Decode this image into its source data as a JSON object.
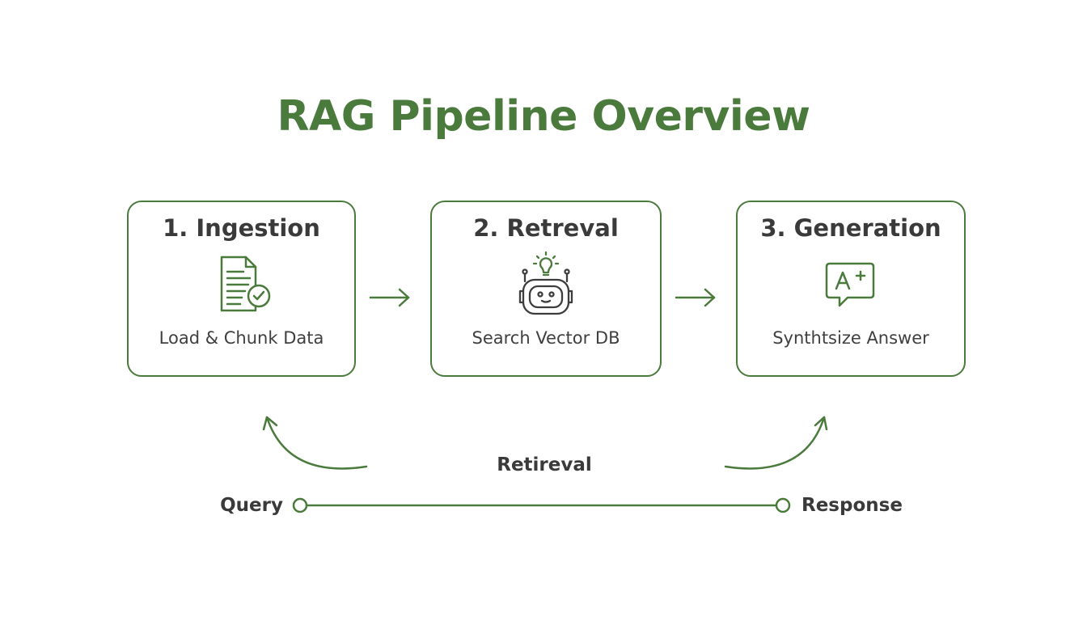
{
  "title": "RAG Pipeline Overview",
  "accent_color": "#4a7a3c",
  "text_color": "#3a3a3a",
  "stages": [
    {
      "title": "1. Ingestion",
      "caption": "Load & Chunk Data",
      "icon": "document-check-icon"
    },
    {
      "title": "2. Retreval",
      "caption": "Search Vector DB",
      "icon": "robot-lightbulb-icon"
    },
    {
      "title": "3. Generation",
      "caption": "Synthtsize Answer",
      "icon": "chat-a-plus-icon"
    }
  ],
  "loop_label": "Retireval",
  "query_label": "Query",
  "response_label": "Response"
}
